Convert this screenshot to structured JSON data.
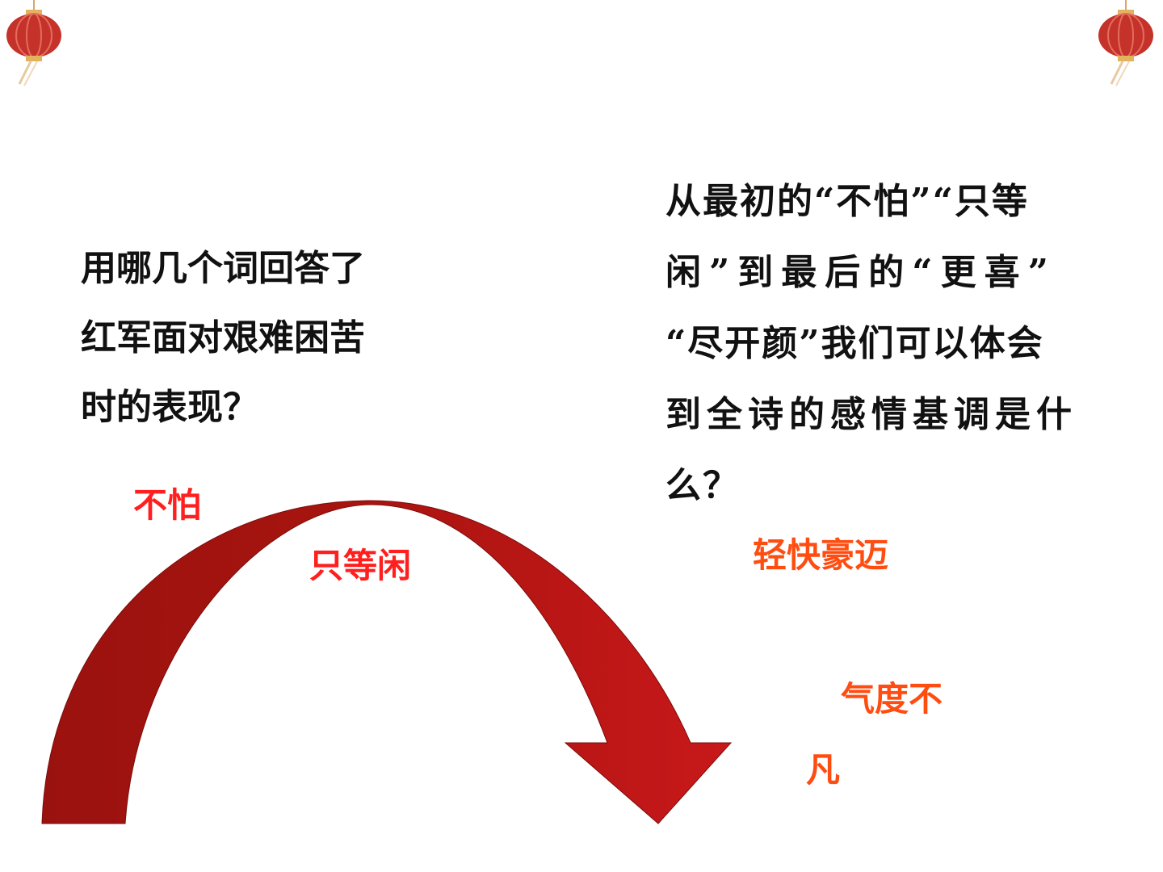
{
  "colors": {
    "arrow_dark": "#9a120f",
    "arrow_light": "#c8181a",
    "answer_red": "#ff1f1f",
    "answer_orange": "#ff4d12",
    "lantern_red": "#c4322a"
  },
  "decorations": {
    "left_icon": "lantern-icon",
    "right_icon": "lantern-icon"
  },
  "left_question": {
    "lines": [
      "用哪几个词回答了",
      "红军面对艰难困苦",
      "时的表现？"
    ]
  },
  "right_question": {
    "lines": [
      "从最初的“不怕”“只等",
      "闲”到最后的“更喜”",
      "“尽开颜”我们可以体会",
      "到全诗的感情基调是什",
      "么？"
    ]
  },
  "arrow_icon": "curved-arrow-icon",
  "answers": {
    "bupa": "不怕",
    "zhidengxian": "只等闲",
    "qingkuai": "轻快豪迈",
    "qidu_line1": "气度不",
    "qidu_line2": "凡"
  }
}
